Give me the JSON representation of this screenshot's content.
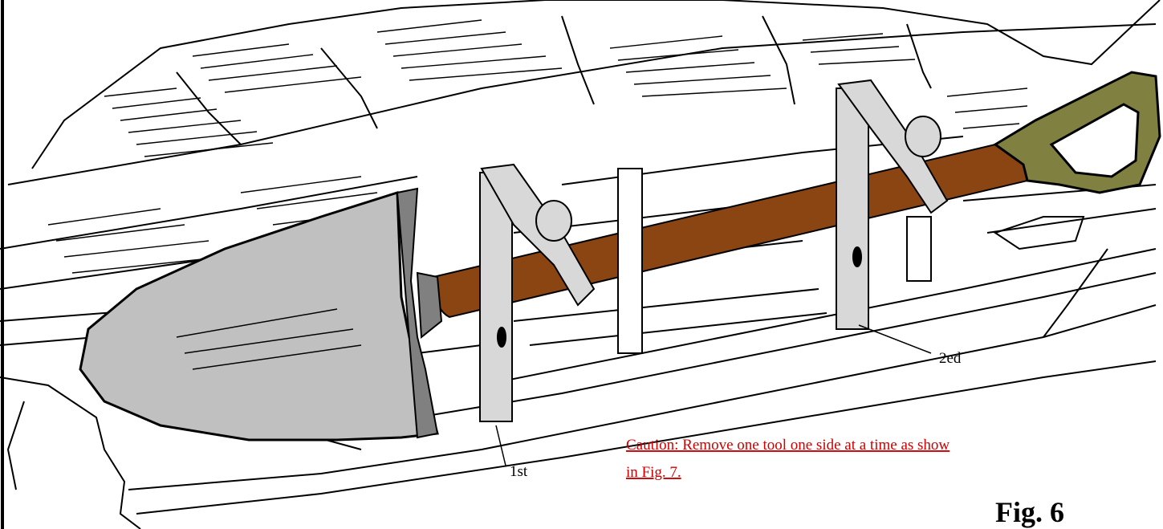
{
  "labels": {
    "first": "1st",
    "second": "2ed"
  },
  "caution": {
    "line1": "Caution:  Remove one tool one side at a time as show",
    "line2": "in Fig. 7."
  },
  "figure_title": "Fig. 6",
  "colors": {
    "shovel_blade": "#c0c0c0",
    "handle_shaft": "#8b4513",
    "grip": "#808040",
    "clamp": "#d8d8d8",
    "caution_text": "#cc0000",
    "outline": "#000000"
  }
}
